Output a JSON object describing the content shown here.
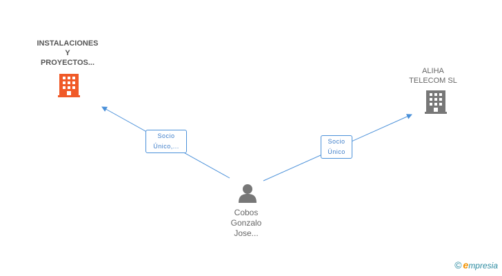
{
  "nodes": {
    "company_left": {
      "lines": [
        "INSTALACIONES",
        "Y",
        "PROYECTOS..."
      ],
      "icon": "building-icon",
      "color": "#f05a28"
    },
    "company_right": {
      "lines": [
        "ALIHA",
        "TELECOM SL"
      ],
      "icon": "building-icon",
      "color": "#777777"
    },
    "person": {
      "lines": [
        "Cobos",
        "Gonzalo",
        "Jose..."
      ],
      "icon": "person-icon",
      "color": "#777777"
    }
  },
  "edges": {
    "left": {
      "lines": [
        "Socio",
        "Único,..."
      ]
    },
    "right": {
      "lines": [
        "Socio",
        "Único"
      ]
    }
  },
  "watermark": {
    "symbol": "©",
    "brand_initial": "e",
    "brand_rest": "mpresia"
  },
  "colors": {
    "edge": "#4a90d9"
  }
}
